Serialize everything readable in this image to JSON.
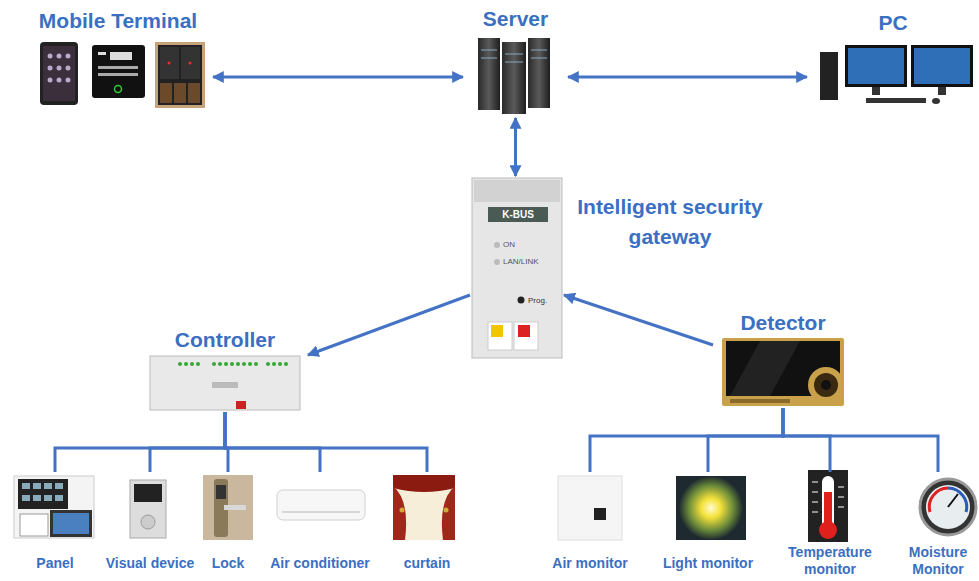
{
  "diagram": {
    "nodes": [
      {
        "text": [
          "Mobile Terminal"
        ]
      },
      {
        "text": [
          "Server"
        ]
      },
      {
        "text": [
          "PC"
        ]
      },
      {
        "text": [
          "Intelligent security gateway"
        ]
      },
      {
        "text": [
          "Controller"
        ]
      },
      {
        "text": [
          "Detector"
        ]
      },
      {
        "text": [
          "Panel"
        ]
      },
      {
        "text": [
          "Visual device"
        ]
      },
      {
        "text": [
          "Lock"
        ]
      },
      {
        "text": [
          "Air conditioner"
        ]
      },
      {
        "text": [
          "curtain"
        ]
      },
      {
        "text": [
          "Air monitor"
        ]
      },
      {
        "text": [
          "Light monitor"
        ]
      },
      {
        "text": [
          "Temperature monitor"
        ]
      },
      {
        "text": [
          "Moisture Monitor"
        ]
      }
    ],
    "edges": [
      {
        "from": 0,
        "to": 1,
        "arrow": "both"
      },
      {
        "from": 1,
        "to": 2,
        "arrow": "both"
      },
      {
        "from": 1,
        "to": 3,
        "arrow": "both"
      },
      {
        "from": 3,
        "to": 4,
        "arrow": "to"
      },
      {
        "from": 5,
        "to": 3,
        "arrow": "to"
      },
      {
        "from": 4,
        "to": 6,
        "arrow": "none"
      },
      {
        "from": 4,
        "to": 7,
        "arrow": "none"
      },
      {
        "from": 4,
        "to": 8,
        "arrow": "none"
      },
      {
        "from": 4,
        "to": 9,
        "arrow": "none"
      },
      {
        "from": 4,
        "to": 10,
        "arrow": "none"
      },
      {
        "from": 5,
        "to": 11,
        "arrow": "none"
      },
      {
        "from": 5,
        "to": 12,
        "arrow": "none"
      },
      {
        "from": 5,
        "to": 13,
        "arrow": "none"
      },
      {
        "from": 5,
        "to": 14,
        "arrow": "none"
      }
    ],
    "labels": [
      "K-BUS",
      "ON",
      "LAN/LINK",
      "Prog."
    ]
  }
}
